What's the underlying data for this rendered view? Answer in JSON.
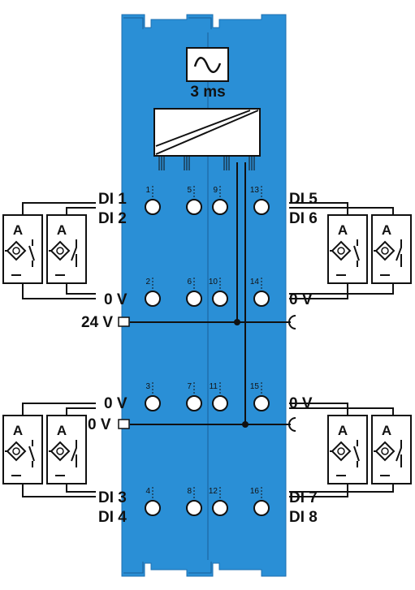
{
  "module": {
    "filter_time": "3 ms",
    "colors": {
      "body": "#2a8fd6",
      "body_edge": "#1d6fb0",
      "line": "#111111",
      "terminal_fill": "#ffffff"
    },
    "icons": [
      "filter-wave-icon",
      "dc-dc-converter-icon"
    ]
  },
  "terminals": {
    "col1": [
      "1",
      "2",
      "3",
      "4"
    ],
    "col2": [
      "5",
      "6",
      "7",
      "8"
    ],
    "col3": [
      "9",
      "10",
      "11",
      "12"
    ],
    "col4": [
      "13",
      "14",
      "15",
      "16"
    ]
  },
  "labels": {
    "top_left_a": "DI 1",
    "top_left_b": "DI 2",
    "top_right_a": "DI 5",
    "top_right_b": "DI 6",
    "mid_left_0v": "0 V",
    "mid_right_0v": "0 V",
    "supply_24v": "24 V",
    "lower_left_0v": "0 V",
    "lower_right_0v": "0 V",
    "supply_0v": "0 V",
    "bottom_left_a": "DI 3",
    "bottom_left_b": "DI 4",
    "bottom_right_a": "DI 7",
    "bottom_right_b": "DI 8"
  },
  "sensor": {
    "label": "A"
  }
}
